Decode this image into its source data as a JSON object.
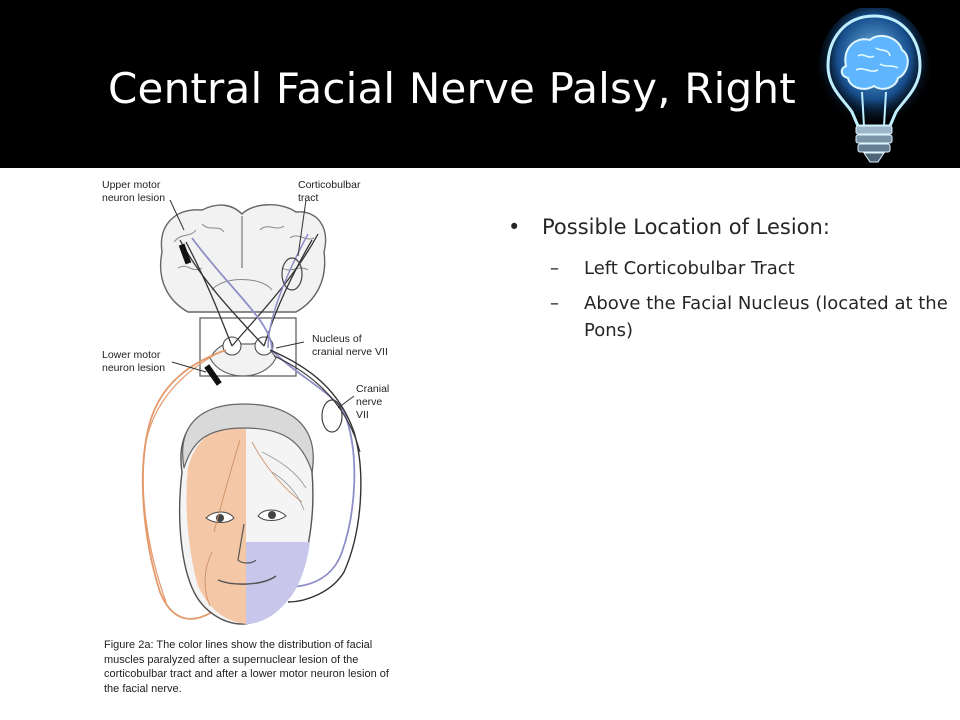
{
  "slide": {
    "title": "Central Facial Nerve Palsy, Right"
  },
  "content": {
    "bullet_symbol": "•",
    "sub_symbol": "–",
    "main_bullet": "Possible Location of Lesion:",
    "sub_bullets": [
      "Left Corticobulbar Tract",
      "Above the Facial Nucleus (located at the Pons)"
    ]
  },
  "figure": {
    "labels": {
      "umn_1": "Upper motor",
      "umn_2": "neuron lesion",
      "cb_1": "Corticobulbar",
      "cb_2": "tract",
      "nuc_1": "Nucleus of",
      "nuc_2": "cranial nerve VII",
      "lmn_1": "Lower motor",
      "lmn_2": "neuron lesion",
      "cn_1": "Cranial",
      "cn_2": "nerve",
      "cn_3": "VII"
    },
    "caption": "Figure 2a: The color lines show the distribution of facial muscles paralyzed after a supernuclear lesion of the corticobulbar tract and after a lower motor neuron lesion of the facial nerve.",
    "colors": {
      "umn": "#8f8fc8",
      "lmn": "#e39a6c",
      "face_lmn": "#f4c7a6",
      "face_umn": "#c8c6ea"
    }
  },
  "colors": {
    "title_bg": "#000000",
    "title_text": "#ffffff",
    "bulb_glow": "#3aa8ff"
  }
}
